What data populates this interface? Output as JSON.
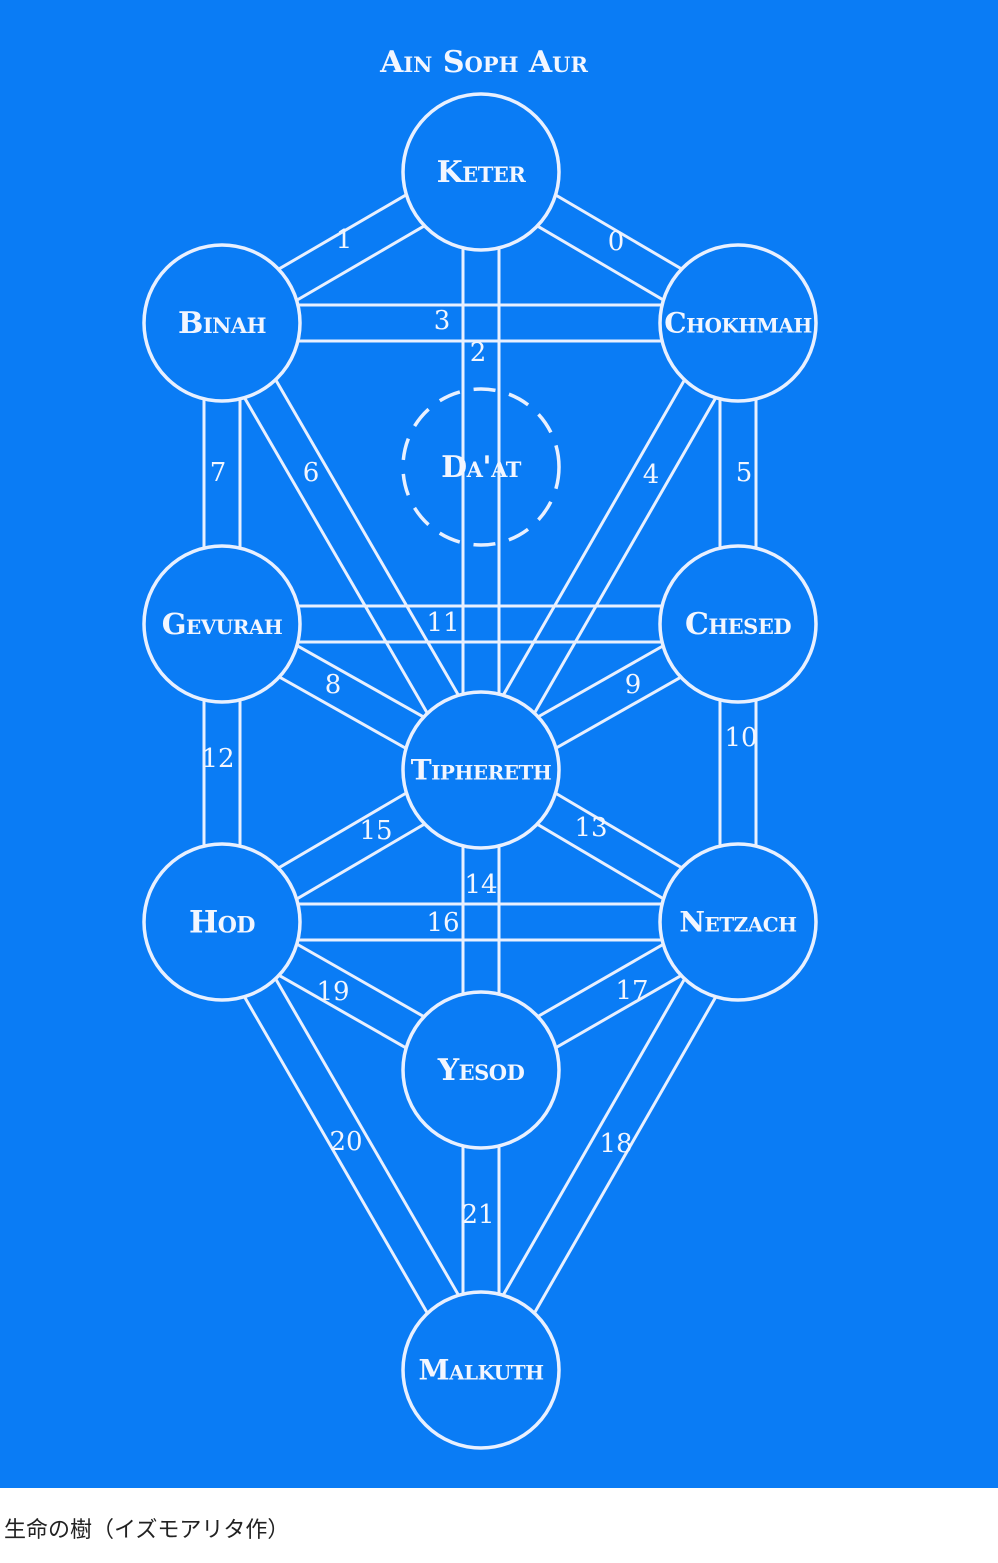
{
  "diagram": {
    "top_title": "Ain Soph Aur",
    "background_color": "#0a7cf5",
    "line_color": "#e8f0ff",
    "nodes": [
      {
        "id": "keter",
        "label": "Keter"
      },
      {
        "id": "binah",
        "label": "Binah"
      },
      {
        "id": "chokhmah",
        "label": "Chokhmah"
      },
      {
        "id": "daat",
        "label": "Da'at"
      },
      {
        "id": "gevurah",
        "label": "Gevurah"
      },
      {
        "id": "chesed",
        "label": "Chesed"
      },
      {
        "id": "tiphereth",
        "label": "Tiphereth"
      },
      {
        "id": "hod",
        "label": "Hod"
      },
      {
        "id": "netzach",
        "label": "Netzach"
      },
      {
        "id": "yesod",
        "label": "Yesod"
      },
      {
        "id": "malkuth",
        "label": "Malkuth"
      }
    ],
    "paths": [
      {
        "num": "0",
        "from": "keter",
        "to": "chokhmah"
      },
      {
        "num": "1",
        "from": "keter",
        "to": "binah"
      },
      {
        "num": "2",
        "from": "keter",
        "to": "tiphereth"
      },
      {
        "num": "3",
        "from": "binah",
        "to": "chokhmah"
      },
      {
        "num": "4",
        "from": "chokhmah",
        "to": "tiphereth"
      },
      {
        "num": "5",
        "from": "chokhmah",
        "to": "chesed"
      },
      {
        "num": "6",
        "from": "binah",
        "to": "tiphereth"
      },
      {
        "num": "7",
        "from": "binah",
        "to": "gevurah"
      },
      {
        "num": "8",
        "from": "gevurah",
        "to": "tiphereth"
      },
      {
        "num": "9",
        "from": "chesed",
        "to": "tiphereth"
      },
      {
        "num": "10",
        "from": "chesed",
        "to": "netzach"
      },
      {
        "num": "11",
        "from": "gevurah",
        "to": "chesed"
      },
      {
        "num": "12",
        "from": "gevurah",
        "to": "hod"
      },
      {
        "num": "13",
        "from": "tiphereth",
        "to": "netzach"
      },
      {
        "num": "14",
        "from": "tiphereth",
        "to": "yesod"
      },
      {
        "num": "15",
        "from": "tiphereth",
        "to": "hod"
      },
      {
        "num": "16",
        "from": "hod",
        "to": "netzach"
      },
      {
        "num": "17",
        "from": "netzach",
        "to": "yesod"
      },
      {
        "num": "18",
        "from": "netzach",
        "to": "malkuth"
      },
      {
        "num": "19",
        "from": "hod",
        "to": "yesod"
      },
      {
        "num": "20",
        "from": "hod",
        "to": "malkuth"
      },
      {
        "num": "21",
        "from": "yesod",
        "to": "malkuth"
      }
    ]
  },
  "caption": "生命の樹（イズモアリタ作）"
}
